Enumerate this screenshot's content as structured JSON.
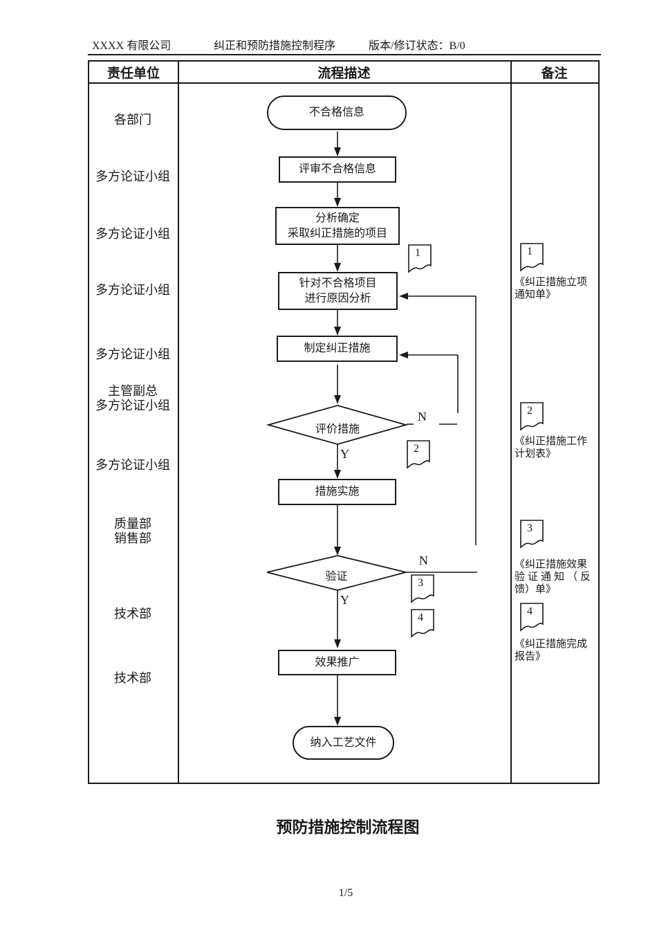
{
  "header": {
    "company": "XXXX 有限公司",
    "doc_title": "纠正和预防措施控制程序",
    "version": "版本/修订状态：B/0"
  },
  "table": {
    "columns": {
      "responsible": "责任单位",
      "flow": "流程描述",
      "remark": "备注"
    }
  },
  "responsible_units": [
    {
      "lines": [
        "各部门"
      ]
    },
    {
      "lines": [
        "多方论证小组"
      ]
    },
    {
      "lines": [
        "多方论证小组"
      ]
    },
    {
      "lines": [
        "多方论证小组"
      ]
    },
    {
      "lines": [
        "多方论证小组"
      ]
    },
    {
      "lines": [
        "主管副总",
        "多方论证小组"
      ]
    },
    {
      "lines": [
        "多方论证小组"
      ]
    },
    {
      "lines": [
        "质量部",
        "销售部"
      ]
    },
    {
      "lines": [
        "技术部"
      ]
    },
    {
      "lines": [
        "技术部"
      ]
    }
  ],
  "flow": {
    "start": {
      "label": "不合格信息"
    },
    "review": {
      "label": "评审不合格信息"
    },
    "analyze": {
      "lines": [
        "分析确定",
        "采取纠正措施的项目"
      ]
    },
    "cause": {
      "lines": [
        "针对不合格项目",
        "进行原因分析"
      ]
    },
    "plan": {
      "label": "制定纠正措施"
    },
    "evaluate": {
      "label": "评价措施"
    },
    "implement": {
      "label": "措施实施"
    },
    "verify": {
      "label": "验证"
    },
    "promote": {
      "label": "效果推广"
    },
    "end": {
      "label": "纳入工艺文件"
    },
    "yes_label": "Y",
    "no_label": "N",
    "doc_tags": [
      "1",
      "2",
      "3",
      "4"
    ]
  },
  "remarks": [
    {
      "tag": "1",
      "lines": [
        "《纠正措施立项",
        "通知单》"
      ]
    },
    {
      "tag": "2",
      "lines": [
        "《纠正措施工作",
        "计划表》"
      ]
    },
    {
      "tag": "3",
      "lines": [
        "《纠正措施效果",
        "验证通知（反",
        "馈）单》"
      ]
    },
    {
      "tag": "4",
      "lines": [
        "《纠正措施完成",
        "报告》"
      ]
    }
  ],
  "footer": {
    "title": "预防措施控制流程图",
    "page_number": "1/5"
  },
  "colors": {
    "ink": "#1a1a1a",
    "background": "#ffffff"
  }
}
